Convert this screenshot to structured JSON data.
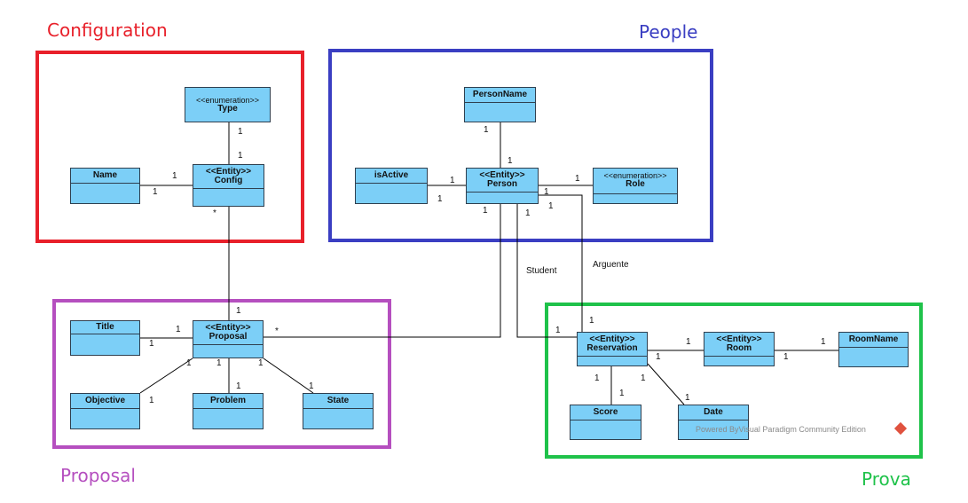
{
  "packages": {
    "configuration": {
      "title": "Configuration",
      "color": "#e8202a"
    },
    "people": {
      "title": "People",
      "color": "#3a3ec2"
    },
    "proposal": {
      "title": "Proposal",
      "color": "#b54fbf"
    },
    "prova": {
      "title": "Prova",
      "color": "#1fc24a"
    }
  },
  "classes": {
    "type": {
      "stereotype": "<<enumeration>>",
      "name": "Type"
    },
    "name": {
      "stereotype": "",
      "name": "Name"
    },
    "config": {
      "stereotype": "<<Entity>>",
      "name": "Config"
    },
    "person_name": {
      "stereotype": "",
      "name": "PersonName"
    },
    "is_active": {
      "stereotype": "",
      "name": "isActive"
    },
    "person": {
      "stereotype": "<<Entity>>",
      "name": "Person"
    },
    "role": {
      "stereotype": "<<enumeration>>",
      "name": "Role"
    },
    "title": {
      "stereotype": "",
      "name": "Title"
    },
    "proposal": {
      "stereotype": "<<Entity>>",
      "name": "Proposal"
    },
    "objective": {
      "stereotype": "",
      "name": "Objective"
    },
    "problem": {
      "stereotype": "",
      "name": "Problem"
    },
    "state": {
      "stereotype": "",
      "name": "State"
    },
    "reservation": {
      "stereotype": "<<Entity>>",
      "name": "Reservation"
    },
    "room": {
      "stereotype": "<<Entity>>",
      "name": "Room"
    },
    "room_name": {
      "stereotype": "",
      "name": "RoomName"
    },
    "score": {
      "stereotype": "",
      "name": "Score"
    },
    "date": {
      "stereotype": "",
      "name": "Date"
    }
  },
  "association_labels": {
    "student": "Student",
    "arguente": "Arguente"
  },
  "multiplicities": {
    "one": "1",
    "many": "*"
  },
  "watermark": "Powered By\u0000Visual Paradigm Community Edition",
  "watermark_text": "Powered ByVisual Paradigm Community Edition",
  "class_color": "#7ccff7",
  "line_color": "#000000"
}
